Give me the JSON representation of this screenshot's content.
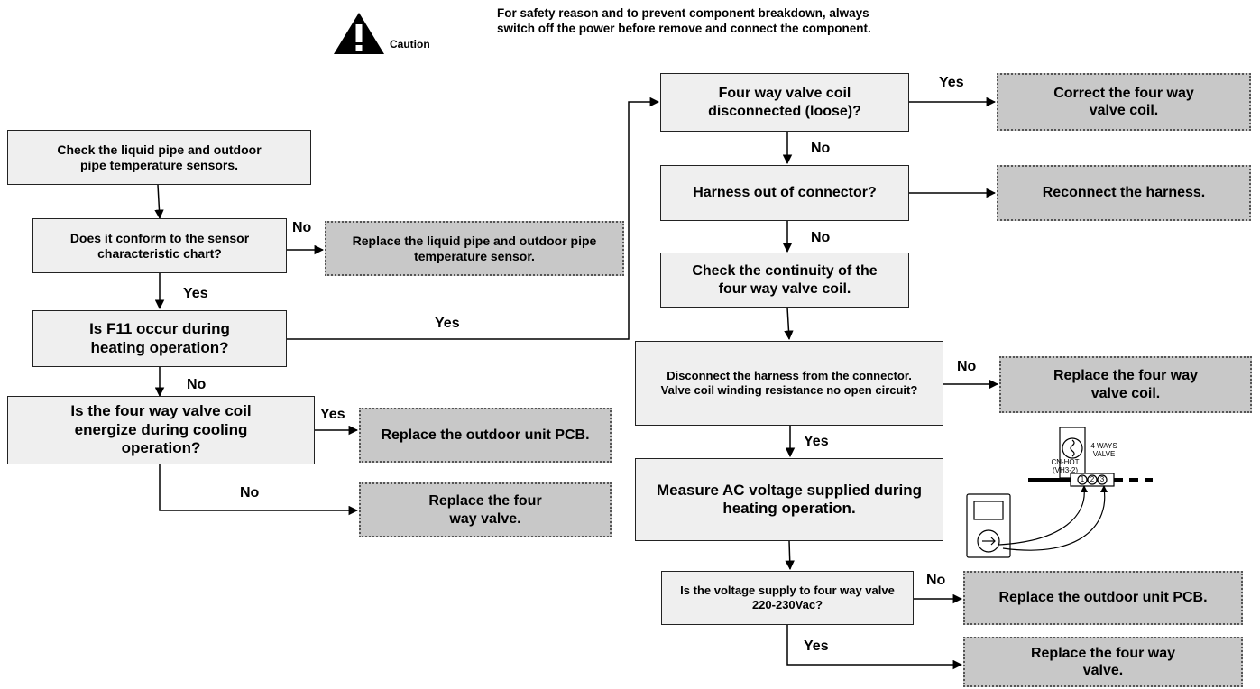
{
  "caution": {
    "label": "Caution",
    "text": "For safety reason and to prevent component breakdown, always switch off the power before remove and connect the component."
  },
  "boxes": {
    "check_sensors": "Check the liquid pipe and outdoor pipe temperature sensors.",
    "conform_chart": "Does it conform to the sensor characteristic chart?",
    "replace_sensor": "Replace the liquid pipe and outdoor pipe temperature sensor.",
    "f11_heating": "Is F11 occur during heating operation?",
    "energize_cooling": "Is the four way valve coil energize during cooling operation?",
    "replace_pcb_left": "Replace the outdoor unit PCB.",
    "replace_valve_left": "Replace the four way valve.",
    "coil_disconnected": "Four way valve coil disconnected (loose)?",
    "correct_coil": "Correct the four way valve coil.",
    "harness_out": "Harness out of connector?",
    "reconnect_harness": "Reconnect the harness.",
    "check_continuity": "Check the continuity of the four way valve coil.",
    "disconnect_harness": "Disconnect the harness from the connector. Valve coil winding resistance no open circuit?",
    "replace_coil": "Replace the four way valve coil.",
    "measure_ac": "Measure AC voltage supplied during heating operation.",
    "voltage_supply": "Is the voltage supply to four way valve 220-230Vac?",
    "replace_pcb_right": "Replace the outdoor unit PCB.",
    "replace_valve_right": "Replace the four way valve."
  },
  "labels": {
    "yes": "Yes",
    "no": "No"
  },
  "inset": {
    "connector": "CN-HOT",
    "connector_code": "(VH3-2)",
    "valve_line1": "4 WAYS",
    "valve_line2": "VALVE",
    "pin1": "1",
    "pin2": "2",
    "pin3": "3"
  }
}
